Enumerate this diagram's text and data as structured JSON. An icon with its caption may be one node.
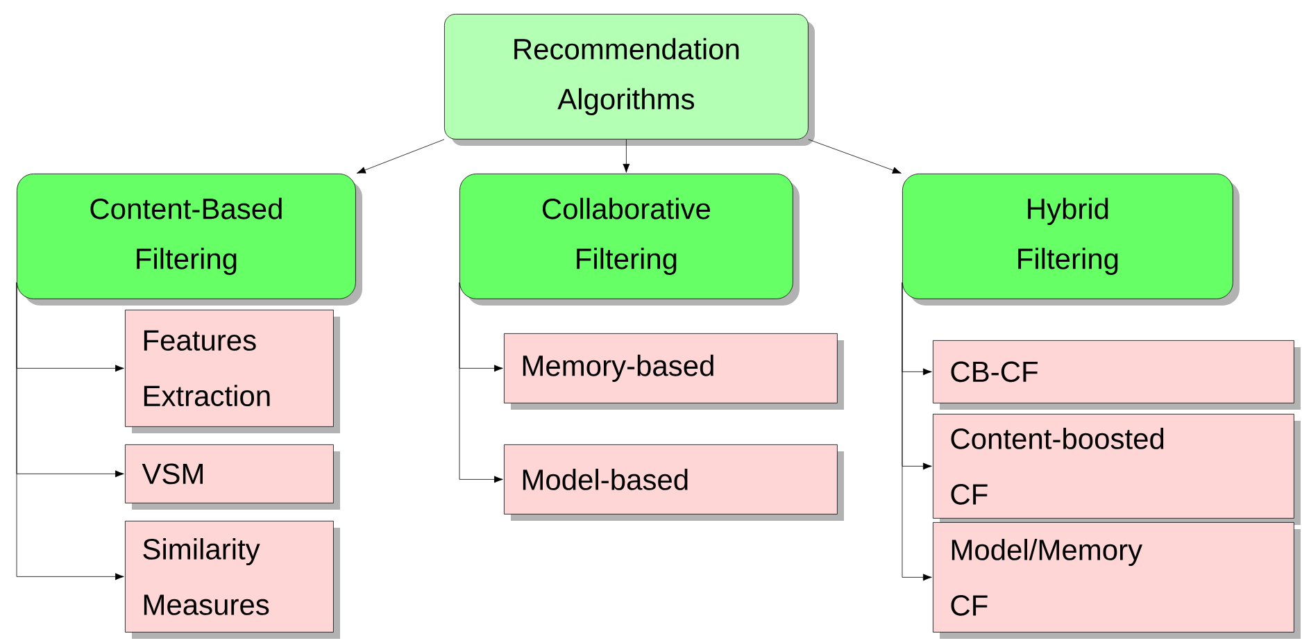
{
  "diagram": {
    "nodes": [
      {
        "text": [
          "Recommendation Algorithms"
        ]
      },
      {
        "text": [
          "Content-Based Filtering"
        ]
      },
      {
        "text": [
          "Collaborative Filtering"
        ]
      },
      {
        "text": [
          "Hybrid Filtering"
        ]
      },
      {
        "text": [
          "Features Extraction"
        ]
      },
      {
        "text": [
          "VSM"
        ]
      },
      {
        "text": [
          "Similarity Measures"
        ]
      },
      {
        "text": [
          "Memory-based"
        ]
      },
      {
        "text": [
          "Model-based"
        ]
      },
      {
        "text": [
          "CB-CF"
        ]
      },
      {
        "text": [
          "Content-boosted CF"
        ]
      },
      {
        "text": [
          "Model/Memory CF"
        ]
      }
    ],
    "edges": [
      {
        "from": 0,
        "to": 1,
        "arrow": "to"
      },
      {
        "from": 0,
        "to": 2,
        "arrow": "to"
      },
      {
        "from": 0,
        "to": 3,
        "arrow": "to"
      },
      {
        "from": 1,
        "to": 4,
        "arrow": "to"
      },
      {
        "from": 1,
        "to": 5,
        "arrow": "to"
      },
      {
        "from": 1,
        "to": 6,
        "arrow": "to"
      },
      {
        "from": 2,
        "to": 7,
        "arrow": "to"
      },
      {
        "from": 2,
        "to": 8,
        "arrow": "to"
      },
      {
        "from": 3,
        "to": 9,
        "arrow": "to"
      },
      {
        "from": 3,
        "to": 10,
        "arrow": "to"
      },
      {
        "from": 3,
        "to": 11,
        "arrow": "to"
      }
    ]
  }
}
